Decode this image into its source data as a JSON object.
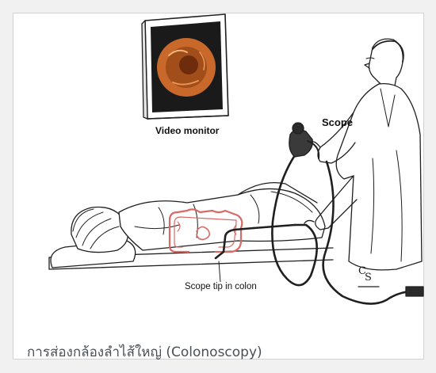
{
  "illustration": {
    "labels": {
      "video_monitor": "Video monitor",
      "scope": "Scope",
      "scope_tip": "Scope tip in colon"
    },
    "signature": "CS",
    "colors": {
      "colon": "#d86a66",
      "screen_tissue": "#c86a2c",
      "line_art": "#1f1f1f"
    }
  },
  "caption": "การส่องกล้องลำไส้ใหญ่ (Colonoscopy)"
}
